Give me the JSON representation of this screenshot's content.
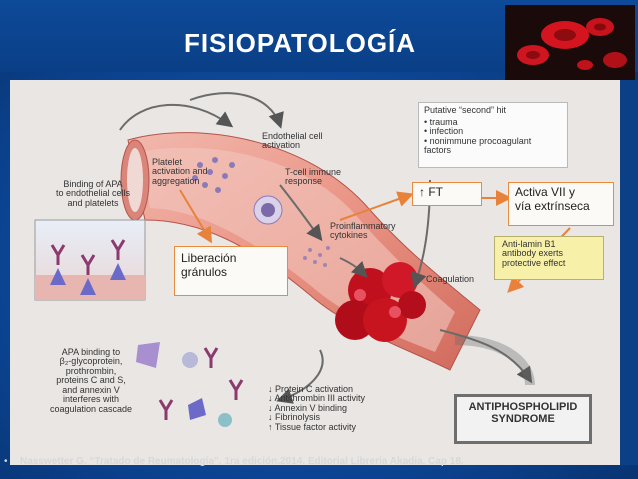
{
  "slide": {
    "title": "FISIOPATOLOGÍA",
    "footer_bullet": "•",
    "footer": "Nasswetter G. “Tratado de Reumatología”. 1ra edición.2014.  Editorial Librería Akadia. Cap 18."
  },
  "diagram": {
    "labels": {
      "binding_apa": "Binding of APA\nto endothelial cells\nand platelets",
      "platelet": "Platelet\nactivation and\naggregation",
      "endothelial": "Endothelial cell\nactivation",
      "tcell": "T-cell immune\nresponse",
      "proinflammatory": "Proinflammatory\ncytokines",
      "second_hit_title": "Putative “second” hit",
      "second_hit_items": "• trauma\n• infection\n• nonimmune procoagulant\n  factors",
      "anti_lamin": "Anti-lamin B1\nantibody exerts\nprotective effect",
      "coagulation": "Coagulation",
      "apa_binding": "APA binding to\nβ₂-glycoprotein,\nprothrombin,\nproteins C and S,\nand annexin V\ninterferes with\ncoagulation cascade",
      "effects": "↓ Protein C activation\n↓ Antithrombin III activity\n↓ Annexin V binding\n↓ Fibrinolysis\n↑ Tissue factor activity",
      "aps": "ANTIPHOSPHOLIPID\nSYNDROME"
    },
    "callouts": {
      "liberacion": "Liberación\ngránulos",
      "ft": "↑ FT",
      "activa": "Activa VII y\nvía extrínseca"
    }
  },
  "colors": {
    "accent_orange": "#e8823a",
    "vessel_red": "#c83a3a",
    "slide_blue": "#0c4594"
  }
}
